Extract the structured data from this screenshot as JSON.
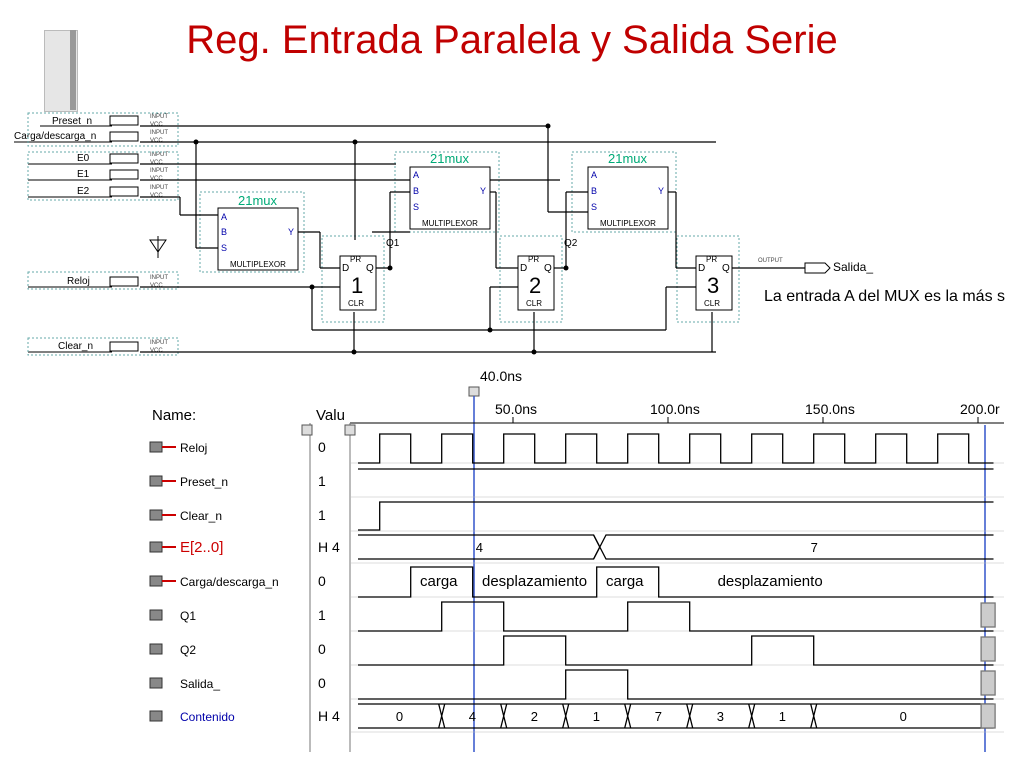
{
  "title": "Reg. Entrada Paralela y Salida Serie",
  "schematic": {
    "inputs": [
      "Preset_n",
      "Carga/descarga_n",
      "E0",
      "E1",
      "E2",
      "Reloj",
      "Clear_n"
    ],
    "pin_tag": "INPUT",
    "vcc_tag": "VCC",
    "mux_name": "21mux",
    "mux_ports": [
      "A",
      "B",
      "S",
      "Y"
    ],
    "mux_label": "MULTIPLEXOR",
    "ff_ports": [
      "D",
      "Q",
      "PR",
      "CLR"
    ],
    "ff_numbers": [
      "1",
      "2",
      "3"
    ],
    "wire_labels": [
      "Q1",
      "Q2"
    ],
    "output_tag": "OUTPUT",
    "output": "Salida_",
    "note": "La entrada A del MUX es la más s"
  },
  "waveform": {
    "cursor_label": "40.0ns",
    "header_name": "Name:",
    "header_value": "Valu",
    "time_ticks": [
      "50.0ns",
      "100.0ns",
      "150.0ns",
      "200.0r"
    ],
    "signals": [
      {
        "name": "Reloj",
        "value": "0"
      },
      {
        "name": "Preset_n",
        "value": "1"
      },
      {
        "name": "Clear_n",
        "value": "1"
      },
      {
        "name": "E[2..0]",
        "value": "H 4"
      },
      {
        "name": "Carga/descarga_n",
        "value": "0"
      },
      {
        "name": "Q1",
        "value": "1"
      },
      {
        "name": "Q2",
        "value": "0"
      },
      {
        "name": "Salida_",
        "value": "0"
      },
      {
        "name": "Contenido",
        "value": "H 4"
      }
    ],
    "bus_e_values": [
      "4",
      "7"
    ],
    "carga_labels": [
      "carga",
      "desplazamiento",
      "carga",
      "desplazamiento"
    ],
    "contenido_values": [
      "0",
      "4",
      "2",
      "1",
      "7",
      "3",
      "1",
      "0"
    ]
  }
}
